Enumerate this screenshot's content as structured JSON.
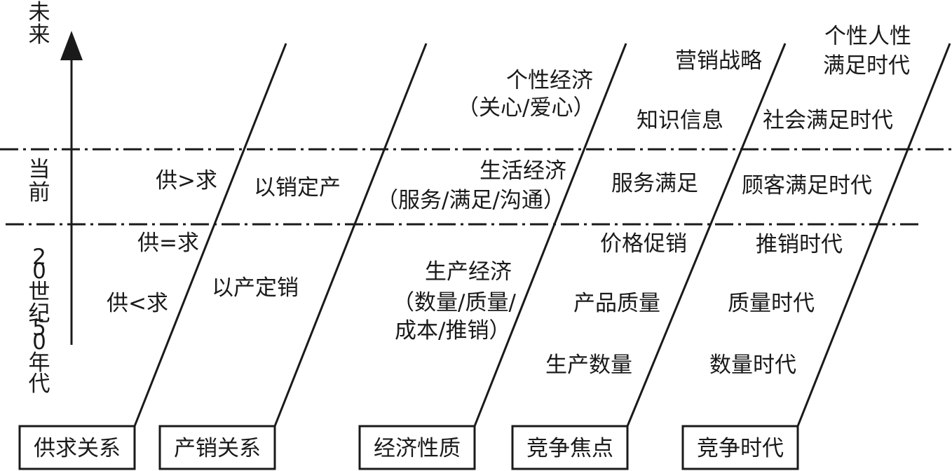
{
  "diagram": {
    "left_axis": {
      "future": [
        "未",
        "来"
      ],
      "current": [
        "当",
        "前"
      ],
      "past": [
        "2",
        "0",
        "世",
        "纪",
        "5",
        "0",
        "年",
        "代"
      ]
    },
    "columns": {
      "supply_demand": {
        "box": "供求关系",
        "items": [
          "供>求",
          "供=求",
          "供<求"
        ]
      },
      "production_sales": {
        "box": "产销关系",
        "items": [
          "以销定产",
          "以产定销"
        ]
      },
      "economic_nature": {
        "box": "经济性质",
        "items": [
          "个性经济",
          "（关心/爱心）",
          "生活经济",
          "（服务/满足/沟通）",
          "生产经济",
          "（数量/质量/",
          "成本/推销）"
        ]
      },
      "competition_focus": {
        "box": "竞争焦点",
        "items": [
          "营销战略",
          "知识信息",
          "服务满足",
          "价格促销",
          "产品质量",
          "生产数量"
        ]
      },
      "competition_era": {
        "box": "竞争时代",
        "items": [
          "个性人性",
          "满足时代",
          "社会满足时代",
          "顾客满足时代",
          "推销时代",
          "质量时代",
          "数量时代"
        ]
      }
    }
  }
}
